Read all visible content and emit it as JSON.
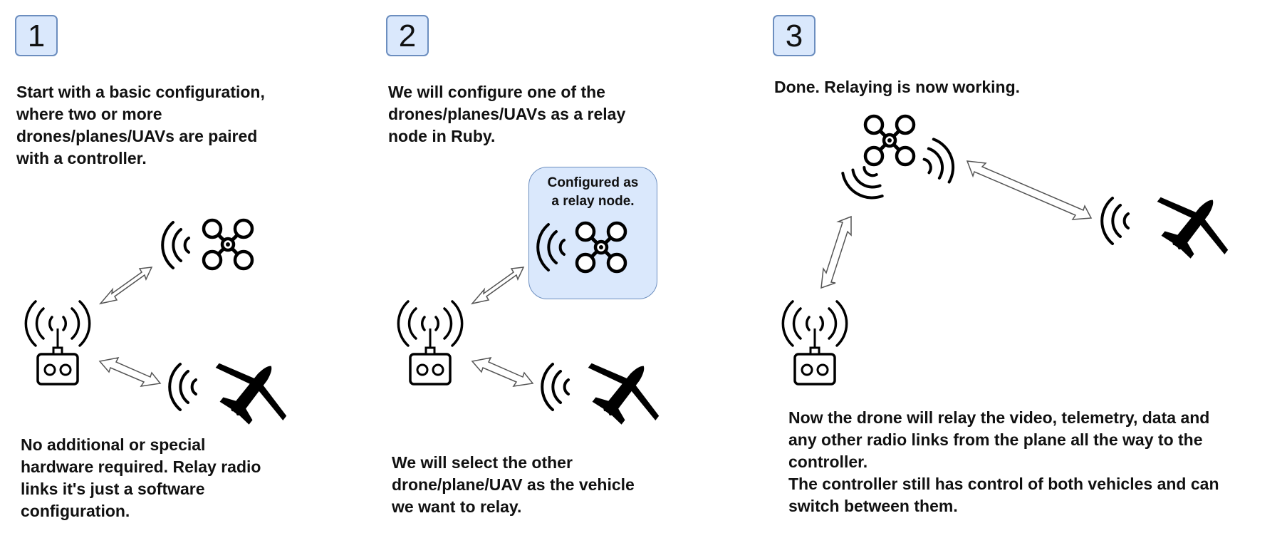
{
  "steps": [
    {
      "number": "1",
      "top_text": "Start with a basic configuration,\nwhere two or more\ndrones/planes/UAVs are paired\nwith a controller.",
      "bottom_text": "No additional or special\nhardware required. Relay radio\nlinks it's just a software\nconfiguration."
    },
    {
      "number": "2",
      "top_text": "We will configure one of the\ndrones/planes/UAVs as a relay\nnode in Ruby.",
      "relay_label": "Configured as\na relay node.",
      "bottom_text": "We will select the other\ndrone/plane/UAV as the vehicle\nwe want to relay."
    },
    {
      "number": "3",
      "top_text": "Done. Relaying is now working.",
      "bottom_text": "Now the drone will relay the video, telemetry, data and\nany other radio links from the plane all the way to the\ncontroller.\nThe controller still has control of both vehicles and can\nswitch between them."
    }
  ],
  "colors": {
    "badge_fill": "#dae8fc",
    "badge_border": "#6c8ebf",
    "icon": "#000000",
    "arrow_stroke": "#555555"
  },
  "icons": [
    "drone-icon",
    "airplane-icon",
    "controller-icon",
    "radio-waves-icon",
    "double-arrow-icon"
  ]
}
